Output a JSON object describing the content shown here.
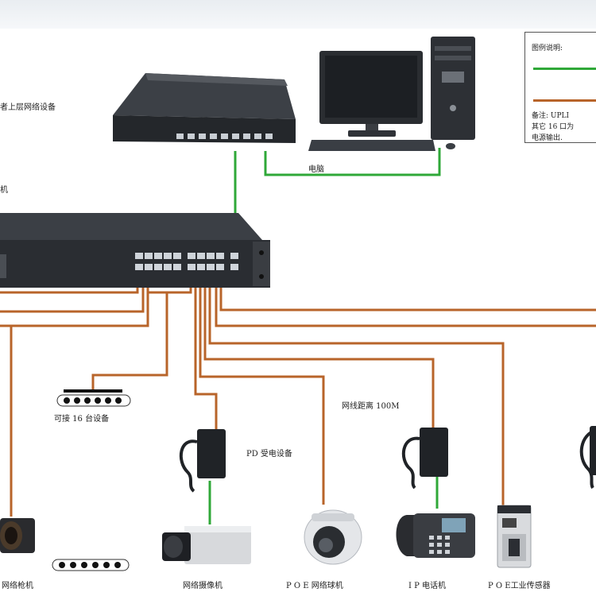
{
  "colors": {
    "copper_line": "#b8642a",
    "green_line": "#2fa838",
    "device_dark": "#2f3338",
    "port": "#d9dde2"
  },
  "labels": {
    "upper_device": "者上层网络设备",
    "computer": "电脑",
    "switch": "机",
    "more_devices": "可接 16 台设备",
    "pd_device": "PD 受电设备",
    "distance": "网线距离 100M",
    "bullet_camera": "网络枪机",
    "network_camera": "网络摄像机",
    "poe_dome": "P O E 网络球机",
    "ip_phone": "I P 电话机",
    "poe_sensor": "P O E工业传感器"
  },
  "legend": {
    "title": "图例说明:",
    "note_line1": "备注: UPLI",
    "note_line2": "其它 16 口为",
    "note_line3": "电源输出."
  },
  "icons": {
    "router": "router-icon",
    "monitor": "monitor-icon",
    "tower": "pc-tower-icon",
    "keyboard": "keyboard-icon",
    "switch": "poe-switch-icon",
    "adapter": "power-adapter-icon",
    "bullet_camera": "bullet-camera-icon",
    "box_camera": "box-camera-icon",
    "dome_camera": "dome-camera-icon",
    "ip_phone": "ip-phone-icon",
    "sensor": "industrial-sensor-icon"
  }
}
